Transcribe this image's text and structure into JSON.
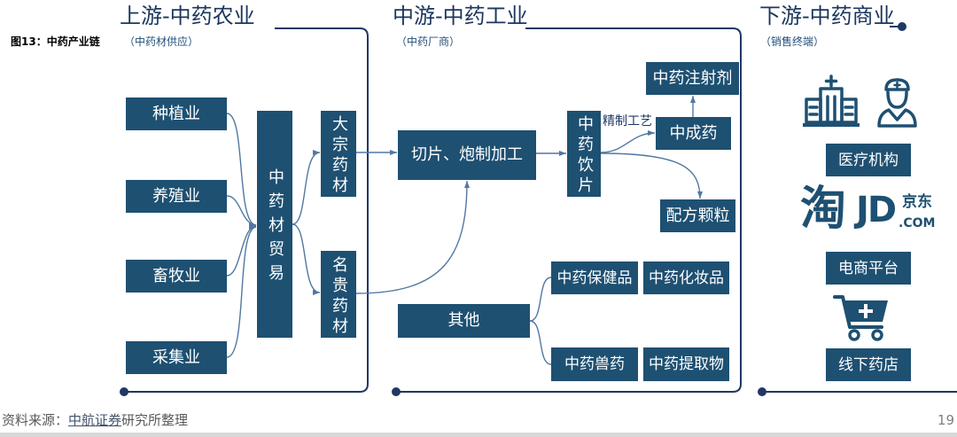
{
  "figure_label": "图13：中药产业链",
  "upstream": {
    "title": "上游-中药农业",
    "subtitle": "（中药材供应）",
    "sources": [
      "种植业",
      "养殖业",
      "畜牧业",
      "采集业"
    ],
    "trade": "中药材贸易",
    "bulk_herbs": "大宗药材",
    "precious_herbs": "名贵药材"
  },
  "midstream": {
    "title": "中游-中药工业",
    "subtitle": "（中药厂商）",
    "processing": "切片、炮制加工",
    "decoction_pieces": "中药饮片",
    "refining_label": "精制工艺",
    "injection": "中药注射剂",
    "patent_medicine": "中成药",
    "formula_granules": "配方颗粒",
    "others": "其他",
    "other_products": [
      "中药保健品",
      "中药化妆品",
      "中药兽药",
      "中药提取物"
    ]
  },
  "downstream": {
    "title": "下游-中药商业",
    "subtitle": "（销售终端）",
    "channels": [
      "医疗机构",
      "电商平台",
      "线下药店"
    ],
    "logos": {
      "taobao": "淘",
      "jd_mark": "JD",
      "jd_name": "京东",
      "jd_domain": ".COM"
    }
  },
  "footer": {
    "source_label": "资料来源：",
    "source_org": "中航证券",
    "source_rest": "研究所整理",
    "page_number": "19"
  },
  "icons": {
    "hospital": "hospital-icon",
    "doctor": "doctor-icon",
    "cart": "shopping-cart-icon"
  },
  "colors": {
    "box": "#1e5072",
    "frame": "#1f3864",
    "connector": "#5177a3",
    "title": "#1b365d",
    "sub": "#1f4e79",
    "footer": "#595959"
  }
}
